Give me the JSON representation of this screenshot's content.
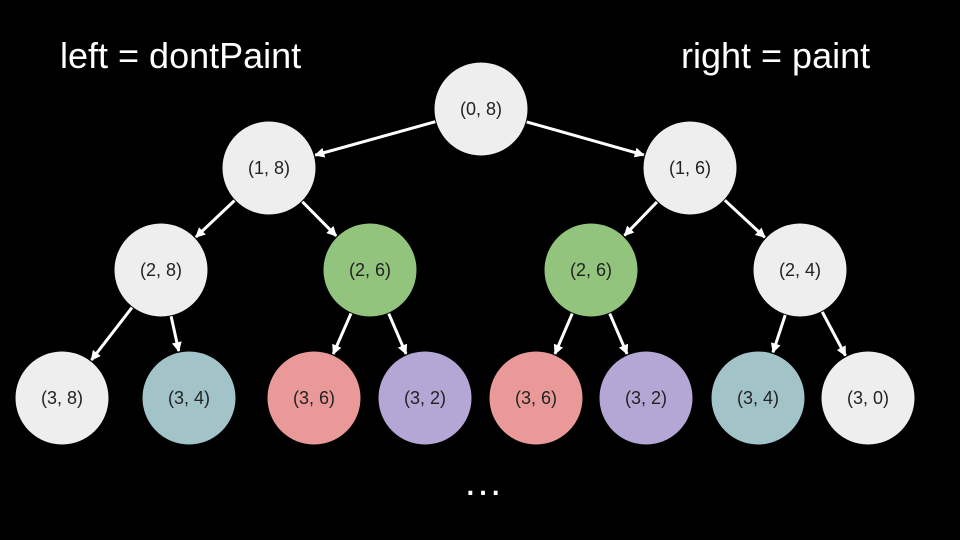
{
  "captions": {
    "left": "left = dontPaint",
    "right": "right = paint",
    "continuation": "…"
  },
  "colors": {
    "background": "#000000",
    "edge": "#ffffff",
    "node_default": "#eeeeee",
    "node_green": "#93c47d",
    "node_teal": "#a2c4c9",
    "node_red": "#ea9999",
    "node_purple": "#b4a7d6"
  },
  "nodes": [
    {
      "id": "n0",
      "label": "(0, 8)",
      "color": "node_default"
    },
    {
      "id": "n1",
      "label": "(1, 8)",
      "color": "node_default"
    },
    {
      "id": "n2",
      "label": "(1, 6)",
      "color": "node_default"
    },
    {
      "id": "n3",
      "label": "(2, 8)",
      "color": "node_default"
    },
    {
      "id": "n4",
      "label": "(2, 6)",
      "color": "node_green"
    },
    {
      "id": "n5",
      "label": "(2, 6)",
      "color": "node_green"
    },
    {
      "id": "n6",
      "label": "(2, 4)",
      "color": "node_default"
    },
    {
      "id": "n7",
      "label": "(3, 8)",
      "color": "node_default"
    },
    {
      "id": "n8",
      "label": "(3, 4)",
      "color": "node_teal"
    },
    {
      "id": "n9",
      "label": "(3, 6)",
      "color": "node_red"
    },
    {
      "id": "n10",
      "label": "(3, 2)",
      "color": "node_purple"
    },
    {
      "id": "n11",
      "label": "(3, 6)",
      "color": "node_red"
    },
    {
      "id": "n12",
      "label": "(3, 2)",
      "color": "node_purple"
    },
    {
      "id": "n13",
      "label": "(3, 4)",
      "color": "node_teal"
    },
    {
      "id": "n14",
      "label": "(3, 0)",
      "color": "node_default"
    }
  ],
  "edges": [
    {
      "from": "n0",
      "to": "n1"
    },
    {
      "from": "n0",
      "to": "n2"
    },
    {
      "from": "n1",
      "to": "n3"
    },
    {
      "from": "n1",
      "to": "n4"
    },
    {
      "from": "n2",
      "to": "n5"
    },
    {
      "from": "n2",
      "to": "n6"
    },
    {
      "from": "n3",
      "to": "n7"
    },
    {
      "from": "n3",
      "to": "n8"
    },
    {
      "from": "n4",
      "to": "n9"
    },
    {
      "from": "n4",
      "to": "n10"
    },
    {
      "from": "n5",
      "to": "n11"
    },
    {
      "from": "n5",
      "to": "n12"
    },
    {
      "from": "n6",
      "to": "n13"
    },
    {
      "from": "n6",
      "to": "n14"
    }
  ]
}
